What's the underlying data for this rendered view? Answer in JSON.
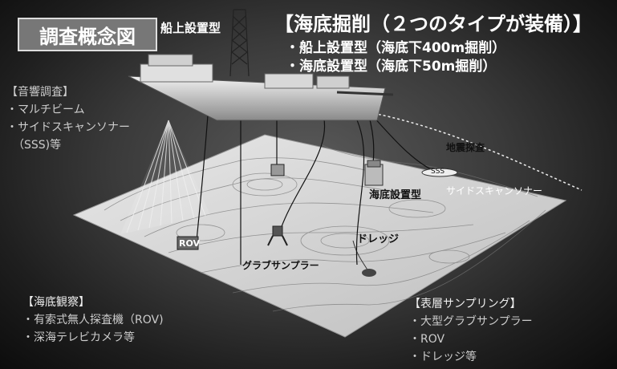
{
  "title": "調査概念図",
  "ship_label": "船上設置型",
  "drilling": {
    "heading": "【海底掘削（２つのタイプが装備）】",
    "items": [
      "・船上設置型（海底下400m掘削）",
      "・海底設置型（海底下50m掘削）"
    ]
  },
  "acoustic": {
    "heading": "【音響調査】",
    "items": [
      "・マルチビーム",
      "・サイドスキャンソナー",
      "（SSS)等"
    ]
  },
  "observation": {
    "heading": "【海底観察】",
    "items": [
      "・有索式無人探査機（ROV)",
      "・深海テレビカメラ等"
    ]
  },
  "sampling": {
    "heading": "【表層サンプリング】",
    "items": [
      "・大型グラブサンプラー",
      "・ROV",
      "・ドレッジ等"
    ]
  },
  "labels": {
    "seismic": "地震探査",
    "seafloor_type": "海底設置型",
    "side_scan": "サイドスキャンソナー",
    "sss_tag": "SSS",
    "rov": "ROV",
    "grab": "グラブサンプラー",
    "dredge": "ドレッジ"
  }
}
